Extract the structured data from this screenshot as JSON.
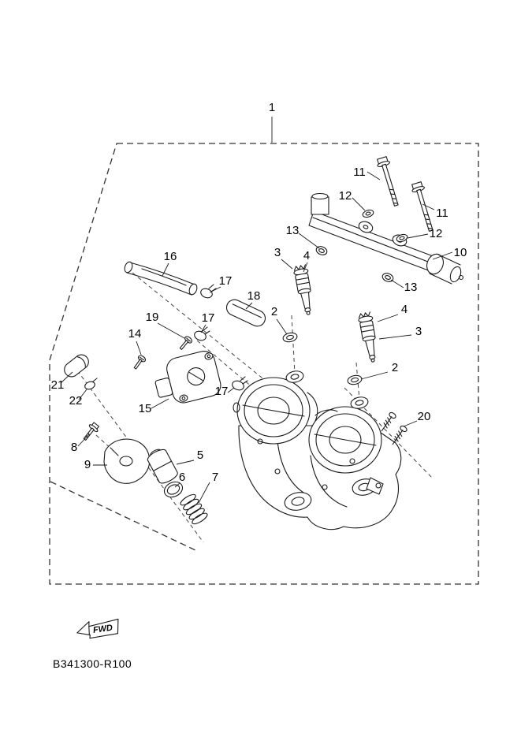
{
  "diagram": {
    "code": "B341300-R100",
    "fwd_label": "FWD",
    "description": "exploded-parts-diagram-throttle-body"
  },
  "colors": {
    "line": "#1a1a1a",
    "background": "#ffffff"
  },
  "callouts": [
    {
      "label": "1"
    },
    {
      "label": "11"
    },
    {
      "label": "12"
    },
    {
      "label": "11"
    },
    {
      "label": "12"
    },
    {
      "label": "13"
    },
    {
      "label": "3"
    },
    {
      "label": "4"
    },
    {
      "label": "10"
    },
    {
      "label": "16"
    },
    {
      "label": "17"
    },
    {
      "label": "18"
    },
    {
      "label": "13"
    },
    {
      "label": "2"
    },
    {
      "label": "4"
    },
    {
      "label": "17"
    },
    {
      "label": "19"
    },
    {
      "label": "3"
    },
    {
      "label": "14"
    },
    {
      "label": "2"
    },
    {
      "label": "21"
    },
    {
      "label": "22"
    },
    {
      "label": "17"
    },
    {
      "label": "15"
    },
    {
      "label": "20"
    },
    {
      "label": "8"
    },
    {
      "label": "9"
    },
    {
      "label": "5"
    },
    {
      "label": "6"
    },
    {
      "label": "7"
    }
  ]
}
